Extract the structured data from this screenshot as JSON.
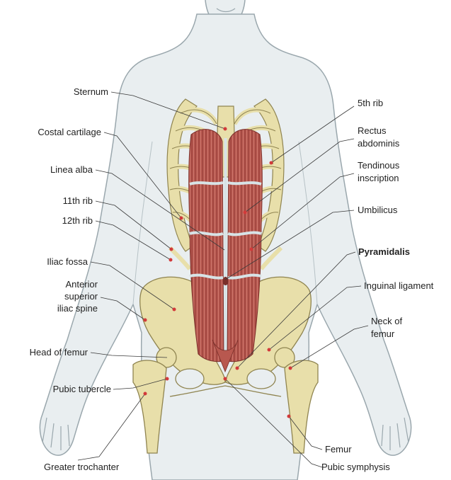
{
  "labels": {
    "sternum": "Sternum",
    "costal_cartilage": "Costal cartilage",
    "linea_alba": "Linea alba",
    "rib_11": "11th rib",
    "rib_12": "12th rib",
    "iliac_fossa": "Iliac fossa",
    "asis_1": "Anterior",
    "asis_2": "superior",
    "asis_3": "iliac spine",
    "head_of_femur": "Head of femur",
    "pubic_tubercle": "Pubic tubercle",
    "greater_trochanter": "Greater trochanter",
    "rib_5": "5th rib",
    "rectus_1": "Rectus",
    "rectus_2": "abdominis",
    "tendinous_1": "Tendinous",
    "tendinous_2": "inscription",
    "umbilicus": "Umbilicus",
    "pyramidalis": "Pyramidalis",
    "inguinal_ligament": "Inguinal ligament",
    "neck_1": "Neck of",
    "neck_2": "femur",
    "femur": "Femur",
    "pubic_symphysis": "Pubic symphysis"
  },
  "colors": {
    "body_outline": "#9aa7ad",
    "skin": "#e9eef0",
    "bone": "#e8dfaa",
    "bone_shadow": "#b8ab6c",
    "muscle": "#b8584f",
    "muscle_dark": "#8e3a34",
    "tendon": "#d7e3e6",
    "marker": "#d23a3a"
  }
}
